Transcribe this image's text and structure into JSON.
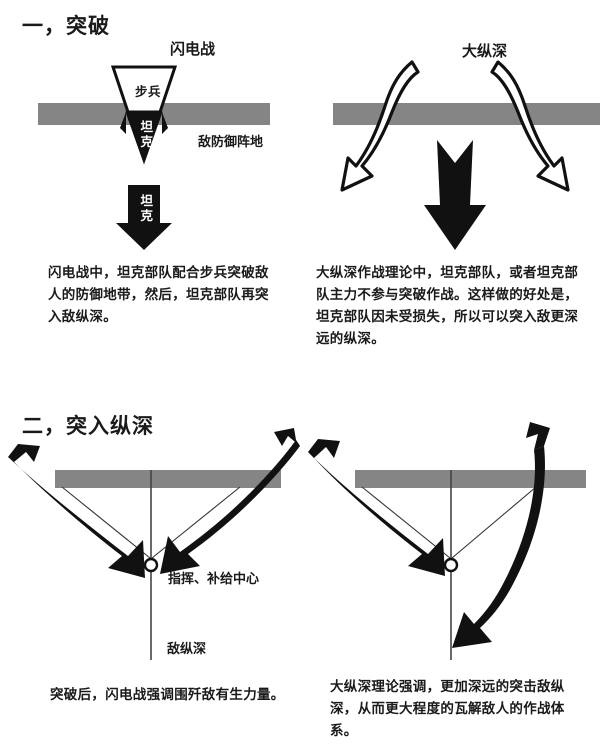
{
  "document": {
    "language": "zh-CN",
    "background_color": "#ffffff",
    "ink_color": "#1a1a1a",
    "belt_color": "#858585"
  },
  "sections": [
    {
      "heading": "一，突破",
      "diagrams": [
        {
          "title": "闪电战",
          "labels": {
            "wedge_upper": "步兵",
            "wedge_lower": "坦克",
            "follow_arrow": "坦克",
            "belt": "敌防御阵地"
          },
          "caption": "闪电战中，坦克部队配合步兵突破敌人的防御地带，然后，坦克部队再突入敌纵深。"
        },
        {
          "title": "大纵深",
          "labels": {},
          "caption": "大纵深作战理论中，坦克部队，或者坦克部队主力不参与突破作战。这样做的好处是，坦克部队因未受损失，所以可以突入敌更深远的纵深。"
        }
      ]
    },
    {
      "heading": "二，突入纵深",
      "diagrams": [
        {
          "title": "",
          "labels": {
            "node": "指挥、补给中心",
            "axis": "敌纵深"
          },
          "caption": "突破后，闪电战强调围歼敌有生力量。"
        },
        {
          "title": "",
          "labels": {},
          "caption": "大纵深理论强调，更加深远的突击敌纵深，从而更大程度的瓦解敌人的作战体系。"
        }
      ]
    }
  ],
  "headings": {
    "section_1": "一，突破",
    "section_2": "二，突入纵深"
  },
  "titles": {
    "blitzkrieg": "闪电战",
    "deep_battle": "大纵深"
  },
  "labels": {
    "infantry": "步兵",
    "tank": "坦克",
    "tank_follow": "坦克",
    "enemy_defense_line": "敌防御阵地",
    "command_supply_center": "指挥、补给中心",
    "enemy_depth": "敌纵深"
  },
  "captions": {
    "blitzkrieg_breakthrough": "闪电战中，坦克部队配合步兵突破敌人的防御地带，然后，坦克部队再突入敌纵深。",
    "deep_battle_breakthrough": "大纵深作战理论中，坦克部队，或者坦克部队主力不参与突破作战。这样做的好处是，坦克部队因未受损失，所以可以突入敌更深远的纵深。",
    "blitzkrieg_penetration": "突破后，闪电战强调围歼敌有生力量。",
    "deep_battle_penetration": "大纵深理论强调，更加深远的突击敌纵深，从而更大程度的瓦解敌人的作战体系。"
  }
}
